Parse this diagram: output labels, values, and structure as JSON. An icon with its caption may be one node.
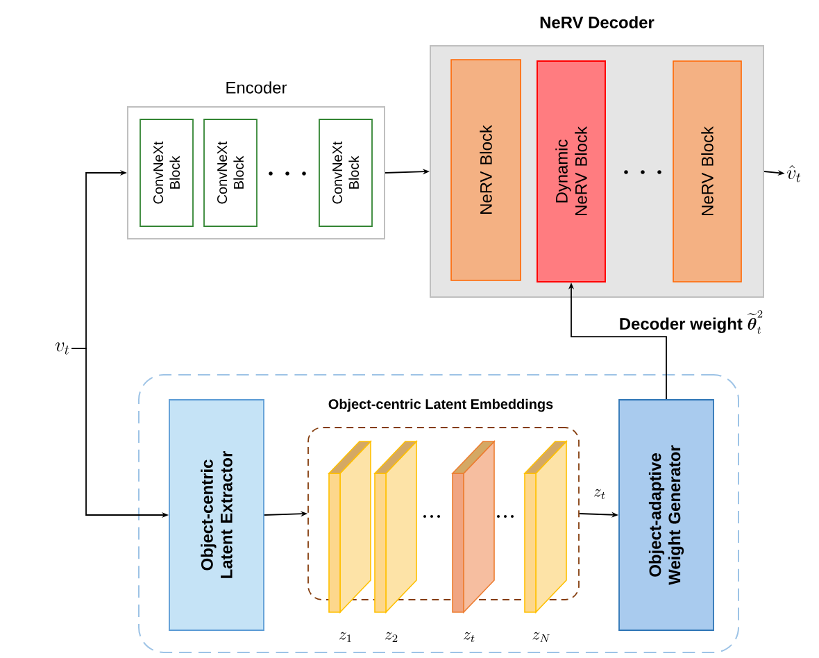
{
  "diagram": {
    "nodes": [
      {
        "text": [
          "Encoder"
        ]
      },
      {
        "text": [
          "ConvNeXt Block"
        ],
        "in": 0
      },
      {
        "text": [
          "ConvNeXt Block"
        ],
        "in": 0
      },
      {
        "text": [
          "ConvNeXt Block"
        ],
        "in": 0
      },
      {
        "text": [
          "NeRV Decoder"
        ]
      },
      {
        "text": [
          "NeRV Block"
        ],
        "in": 4
      },
      {
        "text": [
          "Dynamic NeRV Block"
        ],
        "in": 4
      },
      {
        "text": [
          "NeRV Block"
        ],
        "in": 4
      },
      {
        "text": [
          "v_{t}"
        ]
      },
      {
        "text": [
          "\\hat{v}_{t}"
        ]
      },
      {
        "text": [],
        "shape": "box"
      },
      {
        "text": [
          "Object-centric Latent Extractor"
        ],
        "in": 10
      },
      {
        "text": [
          "Object-centric Latent Embeddings"
        ],
        "in": 10
      },
      {
        "text": [],
        "shape": "box",
        "in": 12,
        "beside": [
          "z_{1}"
        ]
      },
      {
        "text": [],
        "shape": "box",
        "in": 12,
        "beside": [
          "z_{2}"
        ]
      },
      {
        "text": [],
        "shape": "box",
        "in": 12,
        "beside": [
          "z_{t}"
        ]
      },
      {
        "text": [],
        "shape": "box",
        "in": 12,
        "beside": [
          "z_{N}"
        ]
      },
      {
        "text": [
          "Object-adaptive Weight Generator"
        ],
        "in": 10
      }
    ],
    "edges": [
      {
        "from": 8,
        "to": 0,
        "arrow": "to"
      },
      {
        "from": 8,
        "to": 11,
        "arrow": "to"
      },
      {
        "from": 0,
        "to": 4,
        "arrow": "to"
      },
      {
        "from": 4,
        "to": 9,
        "arrow": "to"
      },
      {
        "from": 11,
        "to": 12,
        "arrow": "to"
      },
      {
        "from": 12,
        "to": 17,
        "arrow": "to",
        "label": "z_{t}"
      },
      {
        "from": 17,
        "to": 6,
        "arrow": "to",
        "label": "\\textbf{Decoder weight}\\ \\widetilde{\\boldsymbol{\\theta}}_{t}^{2}"
      }
    ]
  }
}
